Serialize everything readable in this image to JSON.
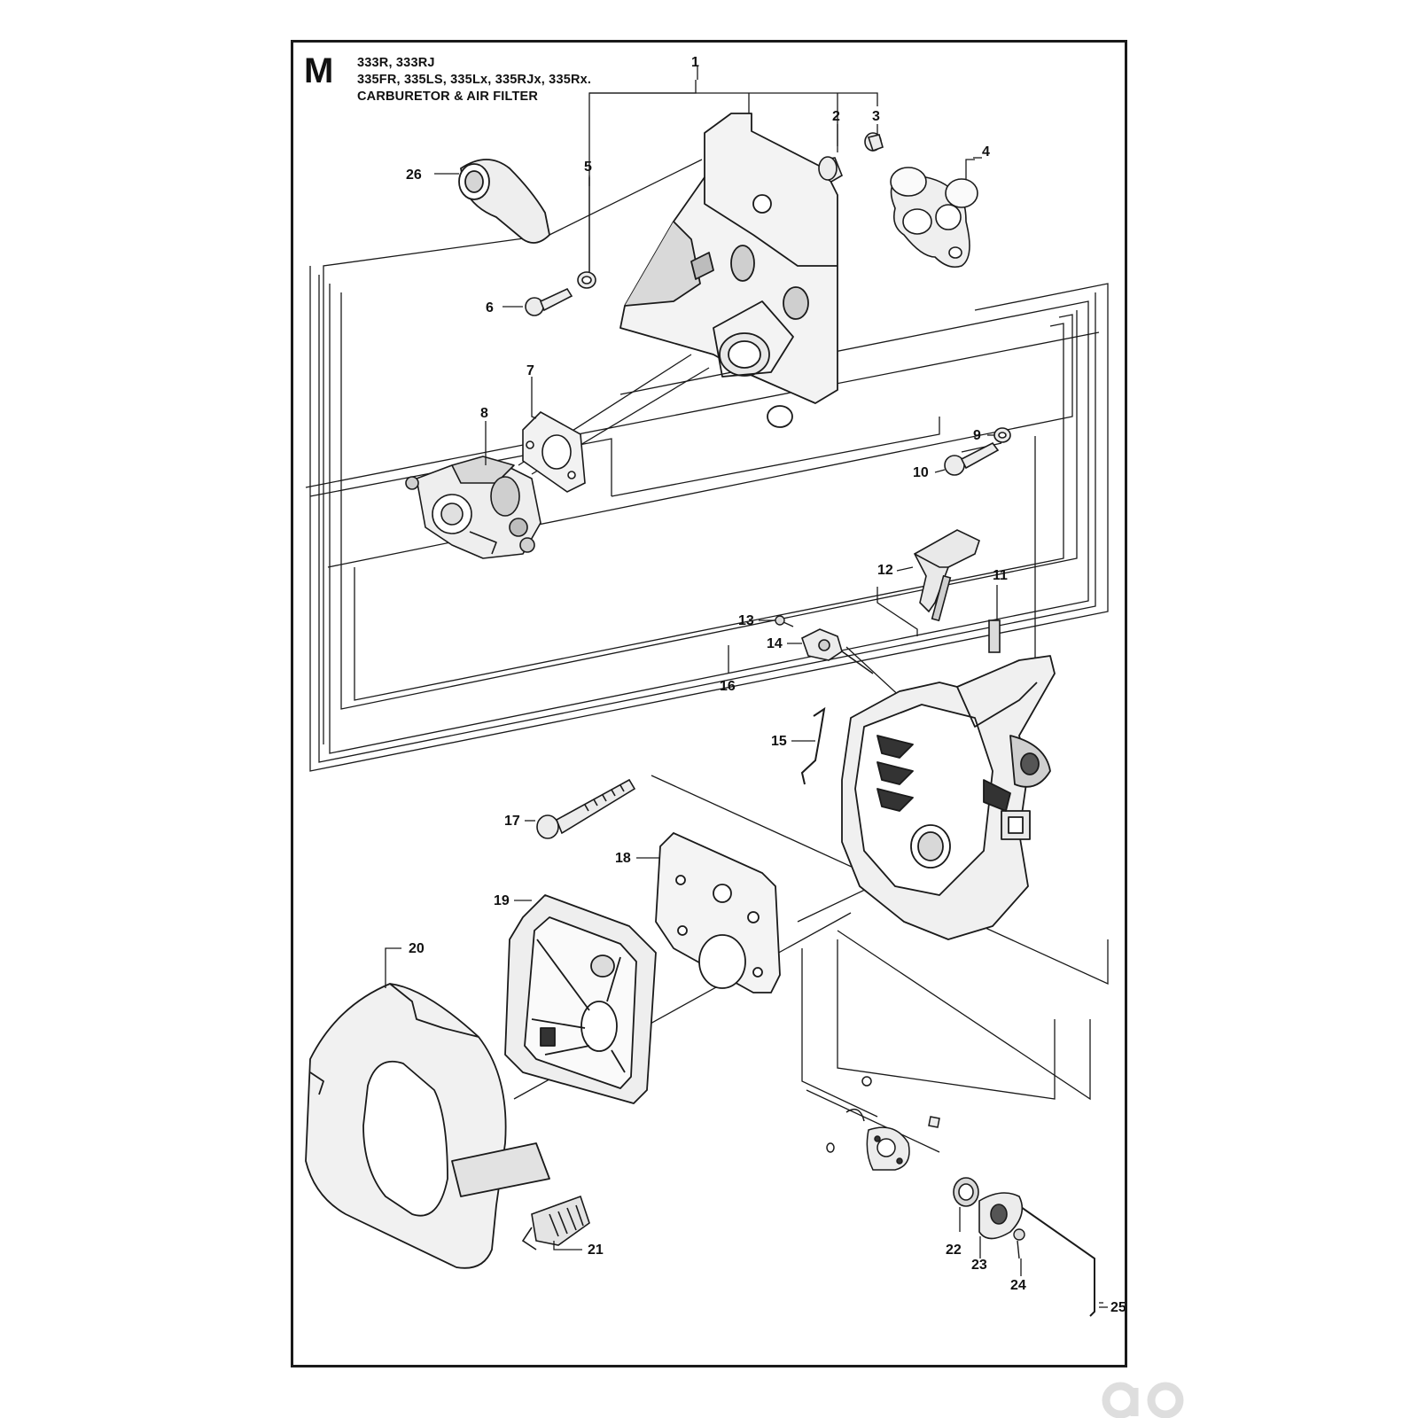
{
  "header": {
    "section_letter": "M",
    "model_line_1": "333R, 333RJ",
    "model_line_2": "335FR, 335LS, 335Lx, 335RJx, 335Rx.",
    "title": "CARBURETOR & AIR FILTER"
  },
  "callouts": [
    "1",
    "2",
    "3",
    "4",
    "5",
    "6",
    "7",
    "8",
    "9",
    "10",
    "11",
    "12",
    "13",
    "14",
    "15",
    "16",
    "17",
    "18",
    "19",
    "20",
    "21",
    "22",
    "23",
    "24",
    "25",
    "26"
  ],
  "colors": {
    "line": "#1a1a1a",
    "part_fill": "#f3f3f3",
    "part_shade": "#cfcfcf",
    "logo": "#dedede"
  },
  "logo_icon": "watermark-logo-icon"
}
